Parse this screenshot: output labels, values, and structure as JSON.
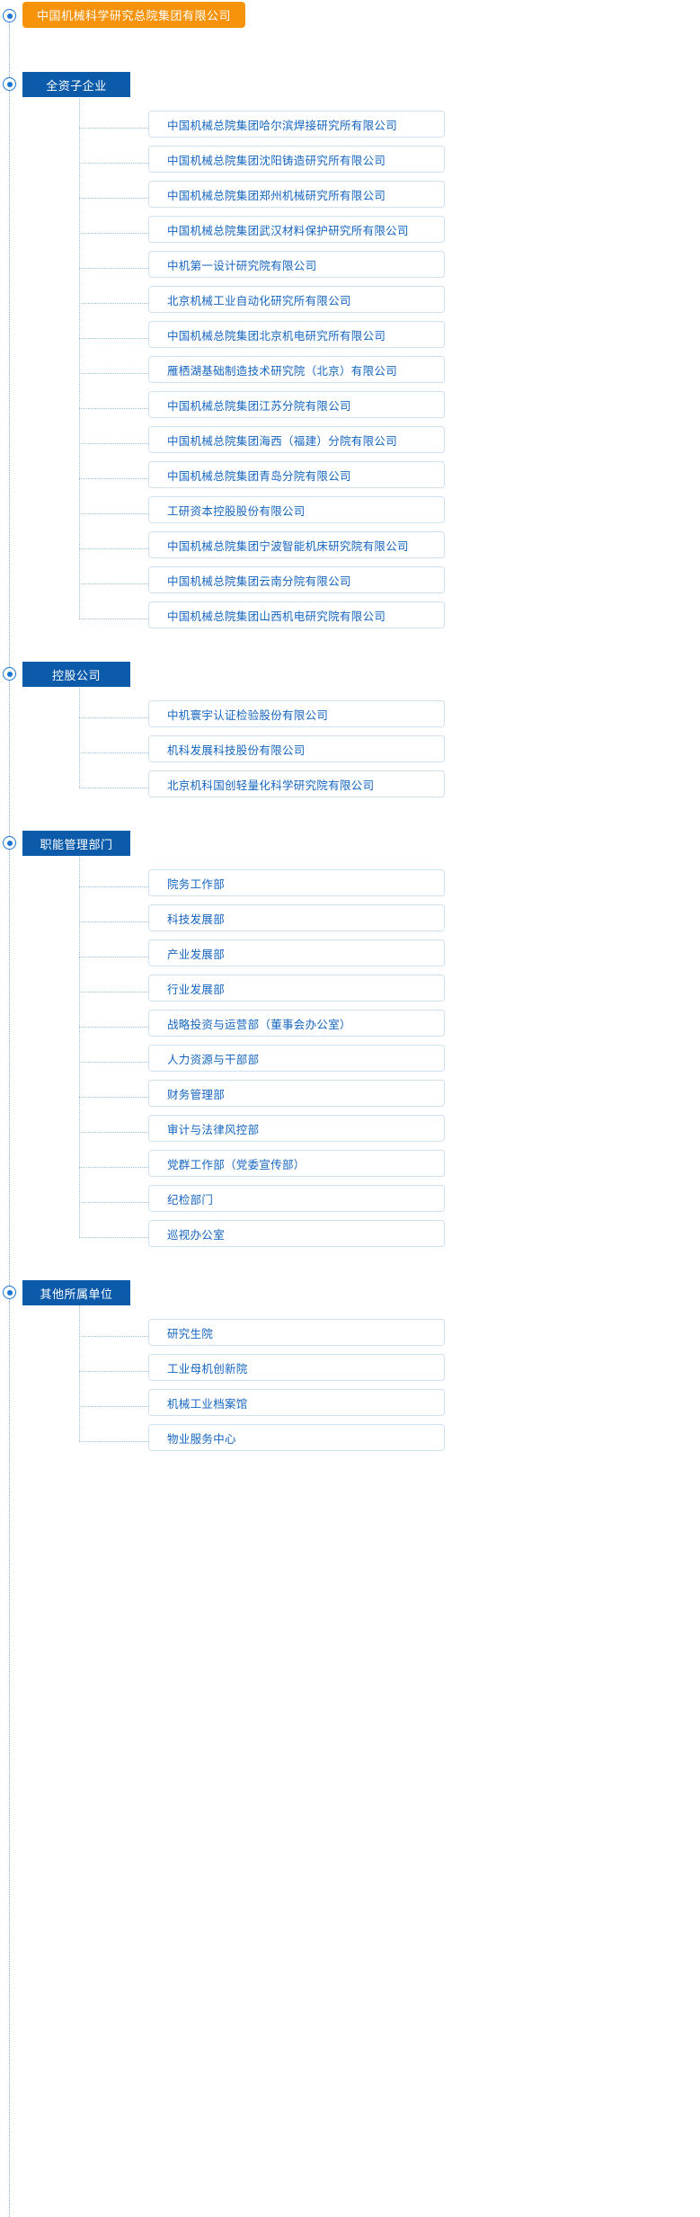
{
  "theme": {
    "root_bg": "#F7930A",
    "badge_bg": "#0B5BAA",
    "item_text": "#1565C0",
    "item_border": "#CFE2F3",
    "line": "#9CC0E4",
    "node": "#1B76D2",
    "page_bg": "#FFFFFF"
  },
  "root": {
    "label": "中国机械科学研究总院集团有限公司"
  },
  "sections": [
    {
      "badge": "全资子企业",
      "node_icon": "circle-node-icon",
      "items": [
        "中国机械总院集团哈尔滨焊接研究所有限公司",
        "中国机械总院集团沈阳铸造研究所有限公司",
        "中国机械总院集团郑州机械研究所有限公司",
        "中国机械总院集团武汉材料保护研究所有限公司",
        "中机第一设计研究院有限公司",
        "北京机械工业自动化研究所有限公司",
        "中国机械总院集团北京机电研究所有限公司",
        "雁栖湖基础制造技术研究院（北京）有限公司",
        "中国机械总院集团江苏分院有限公司",
        "中国机械总院集团海西（福建）分院有限公司",
        "中国机械总院集团青岛分院有限公司",
        "工研资本控股股份有限公司",
        "中国机械总院集团宁波智能机床研究院有限公司",
        "中国机械总院集团云南分院有限公司",
        "中国机械总院集团山西机电研究院有限公司"
      ]
    },
    {
      "badge": "控股公司",
      "node_icon": "circle-node-icon",
      "items": [
        "中机寰宇认证检验股份有限公司",
        "机科发展科技股份有限公司",
        "北京机科国创轻量化科学研究院有限公司"
      ]
    },
    {
      "badge": "职能管理部门",
      "node_icon": "circle-node-icon",
      "items": [
        "院务工作部",
        "科技发展部",
        "产业发展部",
        "行业发展部",
        "战略投资与运营部（董事会办公室）",
        "人力资源与干部部",
        "财务管理部",
        "审计与法律风控部",
        "党群工作部（党委宣传部）",
        "纪检部门",
        "巡视办公室"
      ]
    },
    {
      "badge": "其他所属单位",
      "node_icon": "circle-node-icon",
      "items": [
        "研究生院",
        "工业母机创新院",
        "机械工业档案馆",
        "物业服务中心"
      ]
    }
  ]
}
